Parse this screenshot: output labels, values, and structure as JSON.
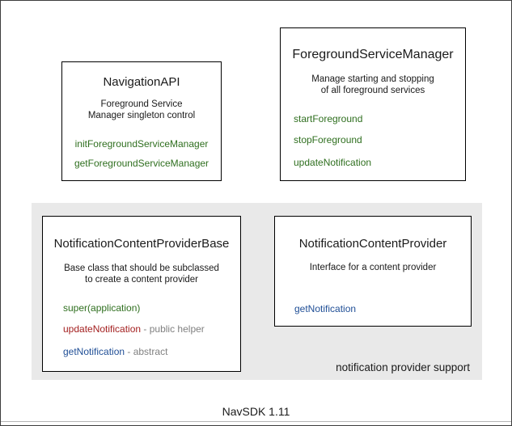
{
  "colors": {
    "method_green": "#2f6f1f",
    "method_red": "#a31f1f",
    "method_blue": "#1f4e96",
    "annotation_gray": "#808080",
    "panel_gray": "#e9e9e9"
  },
  "boxes": {
    "navigation_api": {
      "title": "NavigationAPI",
      "description_lines": [
        "Foreground Service",
        "Manager singleton control"
      ],
      "methods": [
        {
          "name": "initForegroundServiceManager",
          "color": "green"
        },
        {
          "name": "getForegroundServiceManager",
          "color": "green"
        }
      ]
    },
    "foreground_service_manager": {
      "title": "ForegroundServiceManager",
      "description_lines": [
        "Manage starting and stopping",
        "of all foreground services"
      ],
      "methods": [
        {
          "name": "startForeground",
          "color": "green"
        },
        {
          "name": "stopForeground",
          "color": "green"
        },
        {
          "name": "updateNotification",
          "color": "green"
        }
      ]
    },
    "notification_content_provider_base": {
      "title": "NotificationContentProviderBase",
      "description_lines": [
        "Base class that should be subclassed",
        "to create a content provider"
      ],
      "methods": [
        {
          "name": "super(application)",
          "suffix": "",
          "color": "green"
        },
        {
          "name": "updateNotification",
          "suffix": " - public helper",
          "color": "red"
        },
        {
          "name": "getNotification",
          "suffix": " - abstract",
          "color": "blue"
        }
      ]
    },
    "notification_content_provider": {
      "title": "NotificationContentProvider",
      "description_lines": [
        "Interface for a content provider"
      ],
      "methods": [
        {
          "name": "getNotification",
          "color": "blue"
        }
      ]
    }
  },
  "panel": {
    "caption": "notification provider support"
  },
  "footer": {
    "label": "NavSDK 1.11"
  }
}
